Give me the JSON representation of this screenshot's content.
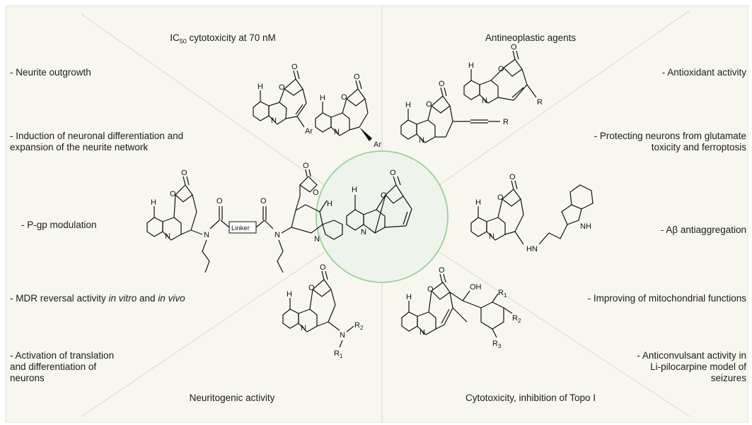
{
  "colors": {
    "panel_bg": "#f8f7ef",
    "divider": "#dcdcd2",
    "center_circle_fill": "#eef3ec",
    "center_circle_stroke": "#9ccf98"
  },
  "sections": {
    "top_left_title": {
      "prefix": "IC",
      "sub": "50",
      "suffix": " cytotoxicity at 70 nM"
    },
    "top_right_title": "Antineoplastic agents",
    "bottom_left_title": "Neuritogenic activity",
    "bottom_right_title": "Cytotoxicity, inhibition of Topo I"
  },
  "left_items": {
    "neurite_outgrowth": "- Neurite outgrowth",
    "induction_1": "- Induction of neuronal differentiation and",
    "induction_2": "expansion of the neurite network",
    "pgp": "- P-gp modulation",
    "mdr_a": "- MDR reversal activity ",
    "mdr_b": "in vitro",
    "mdr_c": " and ",
    "mdr_d": "in vivo",
    "activation_1": "- Activation of translation",
    "activation_2": "and differentiation of",
    "activation_3": "neurons"
  },
  "right_items": {
    "antioxidant": "- Antioxidant activity",
    "protecting_1": "- Protecting neurons from glutamate",
    "protecting_2": "toxicity and ferroptosis",
    "abeta": "- Aβ antiaggregation",
    "mito": "- Improving of mitochondrial functions",
    "anticonvulsant_1": "- Anticonvulsant activity in",
    "anticonvulsant_2": "Li-pilocarpine model of",
    "anticonvulsant_3": "seizures"
  },
  "structure_labels": {
    "oxygen": "O",
    "hydrogen": "H",
    "nitrogen": "N",
    "aryl": "Ar",
    "r": "R",
    "linker": "Linker",
    "nh": "NH",
    "hn": "HN",
    "oh": "OH",
    "r1": "R1",
    "r2": "R2",
    "r3": "R3"
  }
}
